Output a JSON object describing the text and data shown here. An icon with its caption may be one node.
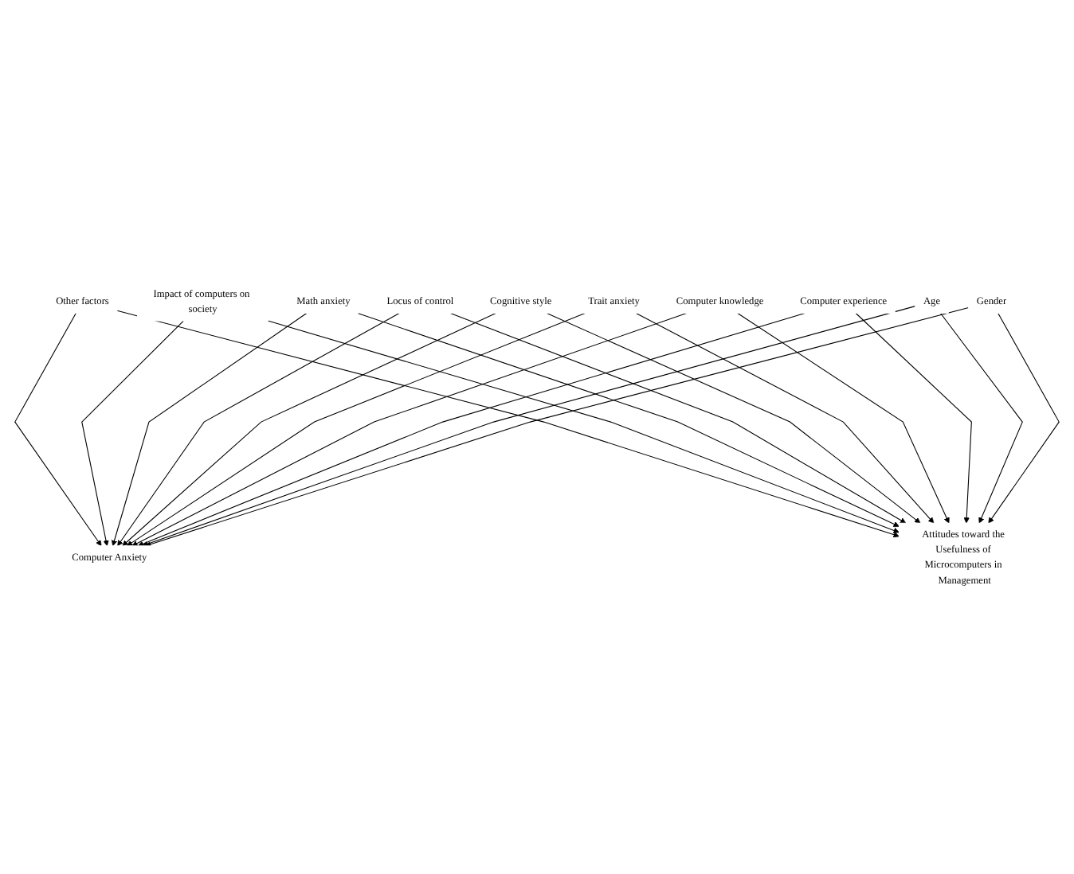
{
  "diagram": {
    "nodes": [
      {
        "text": [
          "Computer Anxiety"
        ]
      },
      {
        "text": [
          "Attitudes toward the Usefulness of Microcomputers in Management"
        ]
      },
      {
        "text": [
          "Other factors"
        ]
      },
      {
        "text": [
          "Impact of computers on society"
        ]
      },
      {
        "text": [
          "Math anxiety"
        ]
      },
      {
        "text": [
          "Locus of control"
        ]
      },
      {
        "text": [
          "Cognitive style"
        ]
      },
      {
        "text": [
          "Trait anxiety"
        ]
      },
      {
        "text": [
          "Computer knowledge"
        ]
      },
      {
        "text": [
          "Computer experience"
        ]
      },
      {
        "text": [
          "Age"
        ]
      },
      {
        "text": [
          "Gender"
        ]
      }
    ],
    "edges": [
      {
        "from": 2,
        "to": 0,
        "arrow": "to"
      },
      {
        "from": 2,
        "to": 1,
        "arrow": "to"
      },
      {
        "from": 3,
        "to": 0,
        "arrow": "to"
      },
      {
        "from": 3,
        "to": 1,
        "arrow": "to"
      },
      {
        "from": 4,
        "to": 0,
        "arrow": "to"
      },
      {
        "from": 4,
        "to": 1,
        "arrow": "to"
      },
      {
        "from": 5,
        "to": 0,
        "arrow": "to"
      },
      {
        "from": 5,
        "to": 1,
        "arrow": "to"
      },
      {
        "from": 6,
        "to": 0,
        "arrow": "to"
      },
      {
        "from": 6,
        "to": 1,
        "arrow": "to"
      },
      {
        "from": 7,
        "to": 0,
        "arrow": "to"
      },
      {
        "from": 7,
        "to": 1,
        "arrow": "to"
      },
      {
        "from": 8,
        "to": 0,
        "arrow": "to"
      },
      {
        "from": 8,
        "to": 1,
        "arrow": "to"
      },
      {
        "from": 9,
        "to": 0,
        "arrow": "to"
      },
      {
        "from": 9,
        "to": 1,
        "arrow": "to"
      },
      {
        "from": 10,
        "to": 0,
        "arrow": "to"
      },
      {
        "from": 10,
        "to": 1,
        "arrow": "to"
      },
      {
        "from": 11,
        "to": 0,
        "arrow": "to"
      },
      {
        "from": 11,
        "to": 1,
        "arrow": "to"
      }
    ]
  }
}
